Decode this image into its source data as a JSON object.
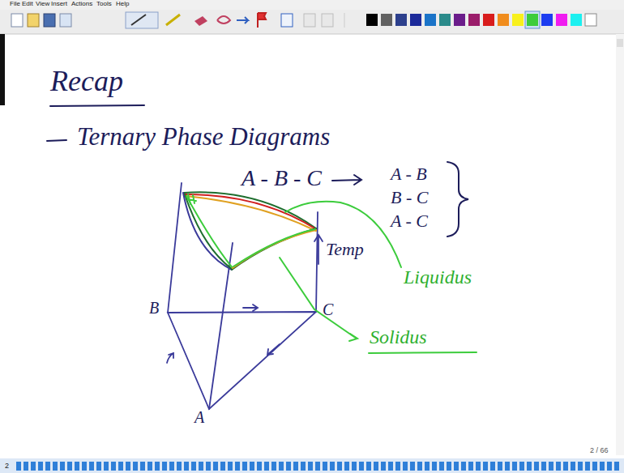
{
  "diagram": {
    "title": "Recap",
    "labels": [
      "File",
      "Edit",
      "View",
      "Insert",
      "Actions",
      "Tools",
      "Help",
      "Ternary Phase Diagrams",
      "A - B - C",
      "A - B",
      "B - C",
      "A - C",
      "Temp",
      "Liquidus",
      "Solidus",
      "B",
      "C",
      "A",
      "2 / 66",
      "2"
    ]
  }
}
